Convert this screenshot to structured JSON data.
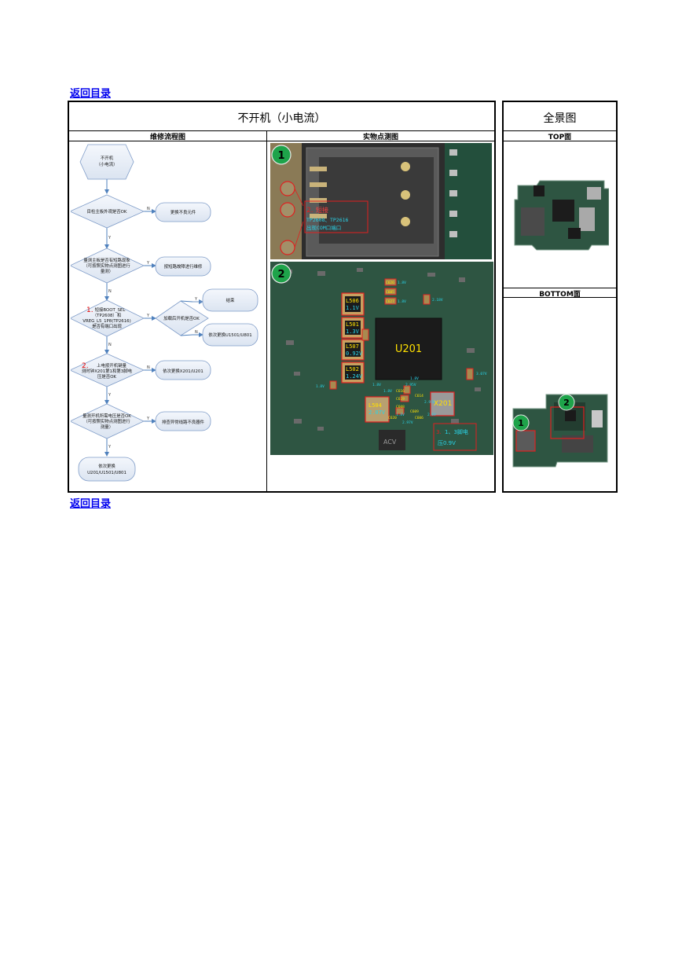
{
  "links": {
    "back_top": "返回目录",
    "back_bottom": "返回目录"
  },
  "main": {
    "title": "不开机（小电流）",
    "col_flow": "维修流程图",
    "col_photo": "实物点测图"
  },
  "panorama": {
    "title": "全景图",
    "top_label": "TOP面",
    "bottom_label": "BOTTOM面",
    "bottom_markers": [
      "1",
      "2"
    ]
  },
  "flowchart": {
    "start": [
      "不开机",
      "（小电流）"
    ],
    "step1": "目检主板外观是否OK",
    "step1_no": "更换不良元件",
    "step2": [
      "量测主板是否有短路现象",
      "（可按照实物点测图进行",
      "量测）"
    ],
    "step2_no": "按短路故障进行维修",
    "step3_num": "1.",
    "step3": [
      "短接BOOT_SEL",
      "（TP2608）和",
      "VREG_L5_1P8(TP2616)",
      "是否有端口出现"
    ],
    "step3_yes": "加载后开机是否OK",
    "step3_yes_yes": "结束",
    "step3_yes_no": "依次更换U1501/U801",
    "step4_num": "2.",
    "step4": [
      "上电按开机键量",
      "测时钟X201第1和第3脚电",
      "压是否OK"
    ],
    "step4_no": "依次更换X201/U201",
    "step5": [
      "量测开机所需电压是否OK",
      "（可按照实物点测图进行",
      "测量）"
    ],
    "step5_no": "排查异常线路不良器件",
    "step6": [
      "依次更换",
      "U201/U1501/U801"
    ],
    "yes": "Y",
    "no": "N"
  },
  "photo1": {
    "marker": "1",
    "note_num": "2.",
    "note_title": "短接",
    "note_line1": "TP2608、TP2616",
    "note_line2": "出现COM口端口"
  },
  "photo2": {
    "marker": "2",
    "chip": "U201",
    "crystal": "X201",
    "inductors": [
      {
        "name": "L506",
        "v": "1.1V"
      },
      {
        "name": "L501",
        "v": "1.3V"
      },
      {
        "name": "L507",
        "v": "0.92V"
      },
      {
        "name": "L502",
        "v": "1.24V"
      },
      {
        "name": "L504",
        "v": "2.07V"
      }
    ],
    "caps": [
      "C626",
      "C605",
      "C627",
      "C616",
      "C619",
      "C608",
      "C614",
      "C609",
      "C620",
      "C606"
    ],
    "volts": [
      "1.8V",
      "2.18V",
      "1.8V",
      "1.8V",
      "2.95V",
      "1.8V",
      "1.8V",
      "2.95V",
      "1.8V",
      "2.97V",
      "3.07V",
      "1.8V",
      "2.6V"
    ],
    "note_num": "3.",
    "note_line1": "1、3脚电",
    "note_line2": "压0.9V",
    "pkg": "ACV"
  }
}
